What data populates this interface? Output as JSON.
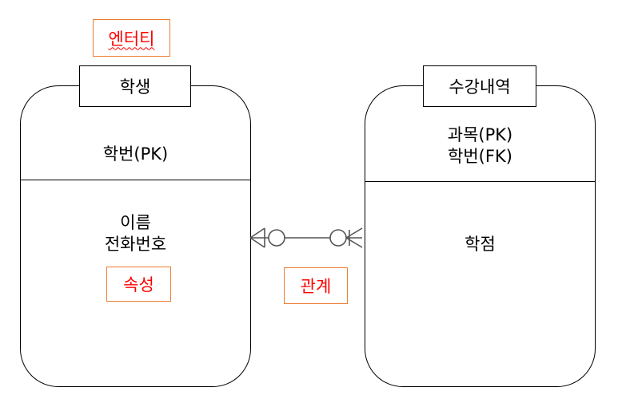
{
  "entities": [
    {
      "name": "학생",
      "key_attributes": [
        "학번(PK)"
      ],
      "attributes": [
        "이름",
        "전화번호"
      ]
    },
    {
      "name": "수강내역",
      "key_attributes": [
        "과목(PK)",
        "학번(FK)"
      ],
      "attributes": [
        "학점"
      ]
    }
  ],
  "labels": {
    "entity": "엔터티",
    "attribute": "속성",
    "relationship": "관계"
  },
  "colors": {
    "label_text": "#ff0000",
    "label_border": "#ed7d31",
    "line": "#000000"
  },
  "relationship": {
    "left_end": "one-or-zero",
    "right_end": "zero-or-many"
  }
}
